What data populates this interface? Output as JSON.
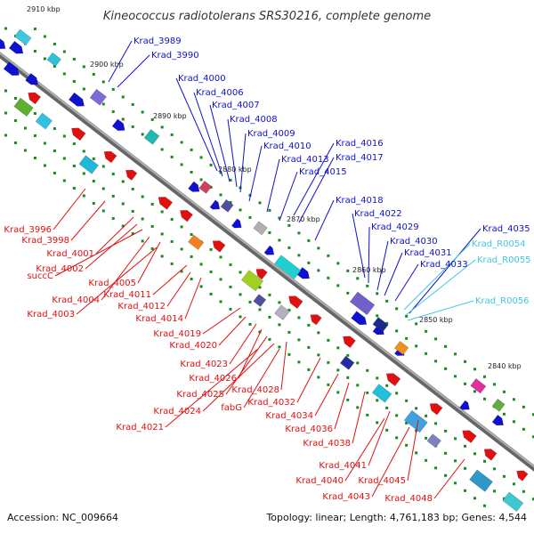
{
  "header": {
    "title": "Kineococcus radiotolerans SRS30216, complete genome"
  },
  "footer": {
    "accession": "Accession: NC_009664",
    "summary": "Topology: linear; Length: 4,761,183 bp; Genes: 4,544"
  },
  "colors": {
    "forward_strand": "#1010d0",
    "reverse_strand": "#e01010",
    "rna": "#40c8e0",
    "backbone": "#888888"
  },
  "position_markers": [
    "2910 kbp",
    "2900 kbp",
    "2890 kbp",
    "2880 kbp",
    "2870 kbp",
    "2860 kbp",
    "2850 kbp",
    "2840 kbp"
  ],
  "forward_labels": [
    "Krad_3989",
    "Krad_3990",
    "Krad_4000",
    "Krad_4006",
    "Krad_4007",
    "Krad_4008",
    "Krad_4009",
    "Krad_4010",
    "Krad_4013",
    "Krad_4015",
    "Krad_4016",
    "Krad_4017",
    "Krad_4018",
    "Krad_4022",
    "Krad_4029",
    "Krad_4030",
    "Krad_4031",
    "Krad_4033",
    "Krad_4035"
  ],
  "rna_labels": [
    "Krad_R0054",
    "Krad_R0055",
    "Krad_R0056"
  ],
  "reverse_labels": [
    "Krad_3996",
    "Krad_3998",
    "Krad_4001",
    "Krad_4002",
    "succC",
    "Krad_4004",
    "Krad_4005",
    "Krad_4003",
    "Krad_4011",
    "Krad_4012",
    "Krad_4014",
    "Krad_4019",
    "Krad_4020",
    "Krad_4023",
    "Krad_4026",
    "Krad_4025",
    "Krad_4028",
    "Krad_4024",
    "fabG",
    "Krad_4032",
    "Krad_4021",
    "Krad_4034",
    "Krad_4036",
    "Krad_4038",
    "Krad_4041",
    "Krad_4040",
    "Krad_4045",
    "Krad_4043",
    "Krad_4048"
  ]
}
